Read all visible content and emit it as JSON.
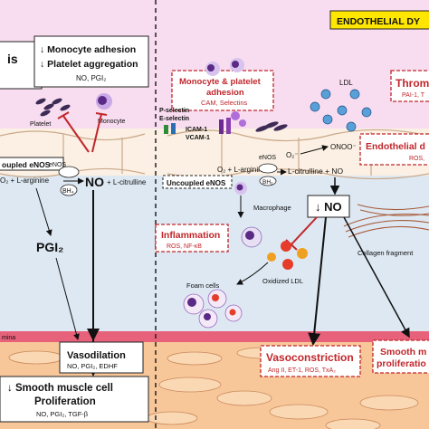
{
  "header": {
    "right_title": "ENDOTHELIAL DY",
    "left_title_fragment": "is"
  },
  "left_panel": {
    "box_line1": "↓ Monocyte adhesion",
    "box_line2": "↓ Platelet aggregation",
    "box_sub": "NO, PGI₂",
    "platelet_label": "Platelet",
    "monocyte_label": "Monocyte",
    "coupled_enos": "oupled eNOS",
    "o2_arginine": "O₂ + L-arginine",
    "enos": "eNOS",
    "bh4": "BH₄",
    "no": "NO",
    "citrulline": "+ L-citrulline",
    "pgi2": "PGI₂",
    "elastic_lamina": "mina",
    "vasodilation_title": "Vasodilation",
    "vasodilation_sub": "NO, PGI₂, EDHF",
    "smc_line1": "↓ Smooth muscle cell",
    "smc_line2": "Proliferation",
    "smc_sub": "NO, PGI₂, TGF-β"
  },
  "right_panel": {
    "adhesion_line1": "Monocyte & platelet",
    "adhesion_line2": "adhesion",
    "adhesion_sub": "CAM, Selectins",
    "p_selectin": "P-selectin",
    "e_selectin": "E-selectin",
    "icam": "ICAM-1",
    "vcam": "VCAM-1",
    "ldl": "LDL",
    "thromb_title": "Throm",
    "thromb_sub": "PAI-1, T",
    "endothelial_title": "Endothelial d",
    "endothelial_sub": "ROS, ",
    "o2_radical": "O₂⁻",
    "onoo": "ONOO⁻",
    "o2_arginine": "O₂ + L-arginine",
    "enos": "eNOS",
    "bh2": "BH₂",
    "citrulline_no": "L-citrulline + NO",
    "uncoupled_enos": "Uncoupled eNOS",
    "down_no": "↓ NO",
    "macrophage": "Macrophage",
    "inflammation_title": "Inflammation",
    "inflammation_sub": "ROS, NF-κB",
    "collagen": "Collagen fragment",
    "oxidized_ldl": "Oxidized LDL",
    "foam_cells": "Foam cells",
    "vasoconstriction_title": "Vasoconstriction",
    "vasoconstriction_sub": "Ang II, ET-1, ROS, TxA₂",
    "smooth_title1": "Smooth m",
    "smooth_title2": "proliferatio"
  },
  "colors": {
    "lumen_pink": "#f8dcef",
    "endothelium": "#fbf0e3",
    "intima_blue": "#dde8f2",
    "lamina_red": "#e8617a",
    "media_orange": "#f7c79a",
    "warning_red": "#c0262b",
    "header_yellow": "#ffe600"
  }
}
